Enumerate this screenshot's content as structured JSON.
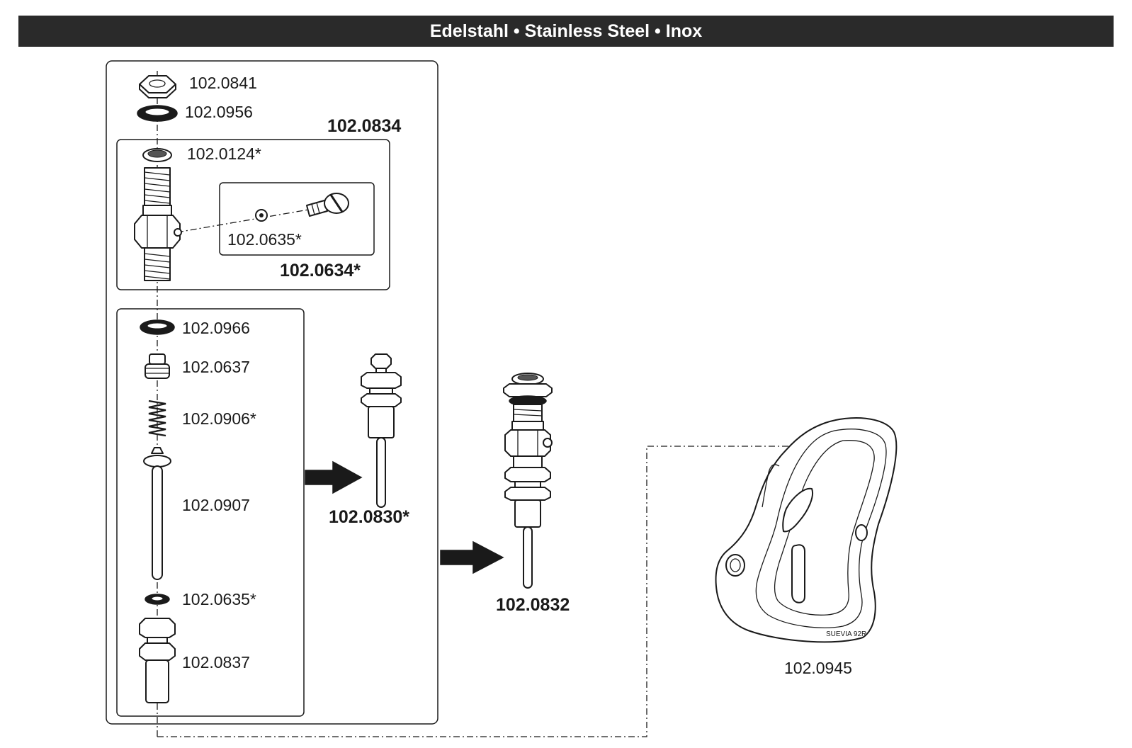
{
  "header": {
    "title": "Edelstahl • Stainless Steel • Inox"
  },
  "labels": {
    "p0841": "102.0841",
    "p0956": "102.0956",
    "p0834": "102.0834",
    "p0124": "102.0124*",
    "p0635_top": "102.0635*",
    "p0634": "102.0634*",
    "p0966": "102.0966",
    "p0637": "102.0637",
    "p0906": "102.0906*",
    "p0907": "102.0907",
    "p0635_bottom": "102.0635*",
    "p0837": "102.0837",
    "p0830": "102.0830*",
    "p0832": "102.0832",
    "p0945": "102.0945"
  },
  "product_mark": "SUEVIA 92R"
}
